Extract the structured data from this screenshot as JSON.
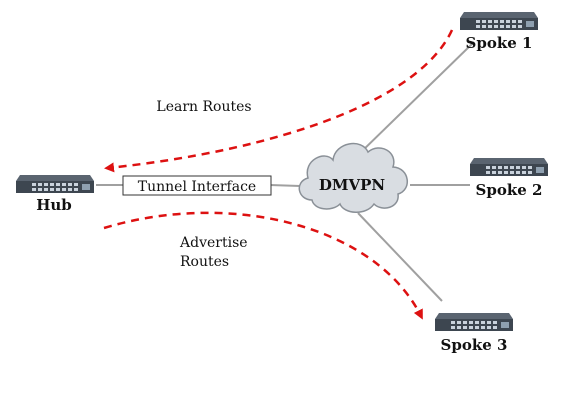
{
  "nodes": {
    "hub": {
      "label": "Hub"
    },
    "cloud": {
      "label": "DMVPN"
    },
    "spoke1": {
      "label": "Spoke 1"
    },
    "spoke2": {
      "label": "Spoke 2"
    },
    "spoke3": {
      "label": "Spoke 3"
    }
  },
  "tunnel": {
    "label": "Tunnel Interface"
  },
  "annotations": {
    "learn": {
      "label": "Learn Routes"
    },
    "advertise": {
      "line1": "Advertise",
      "line2": "Routes"
    }
  },
  "colors": {
    "link": "#a0a0a0",
    "route_arrow": "#dd1111",
    "switch_body": "#3d4650",
    "switch_top": "#5a6470",
    "cloud_fill": "#d9dde2",
    "cloud_stroke": "#8a9097"
  },
  "icons": {
    "switch": "network-switch-icon",
    "cloud": "cloud-icon"
  }
}
